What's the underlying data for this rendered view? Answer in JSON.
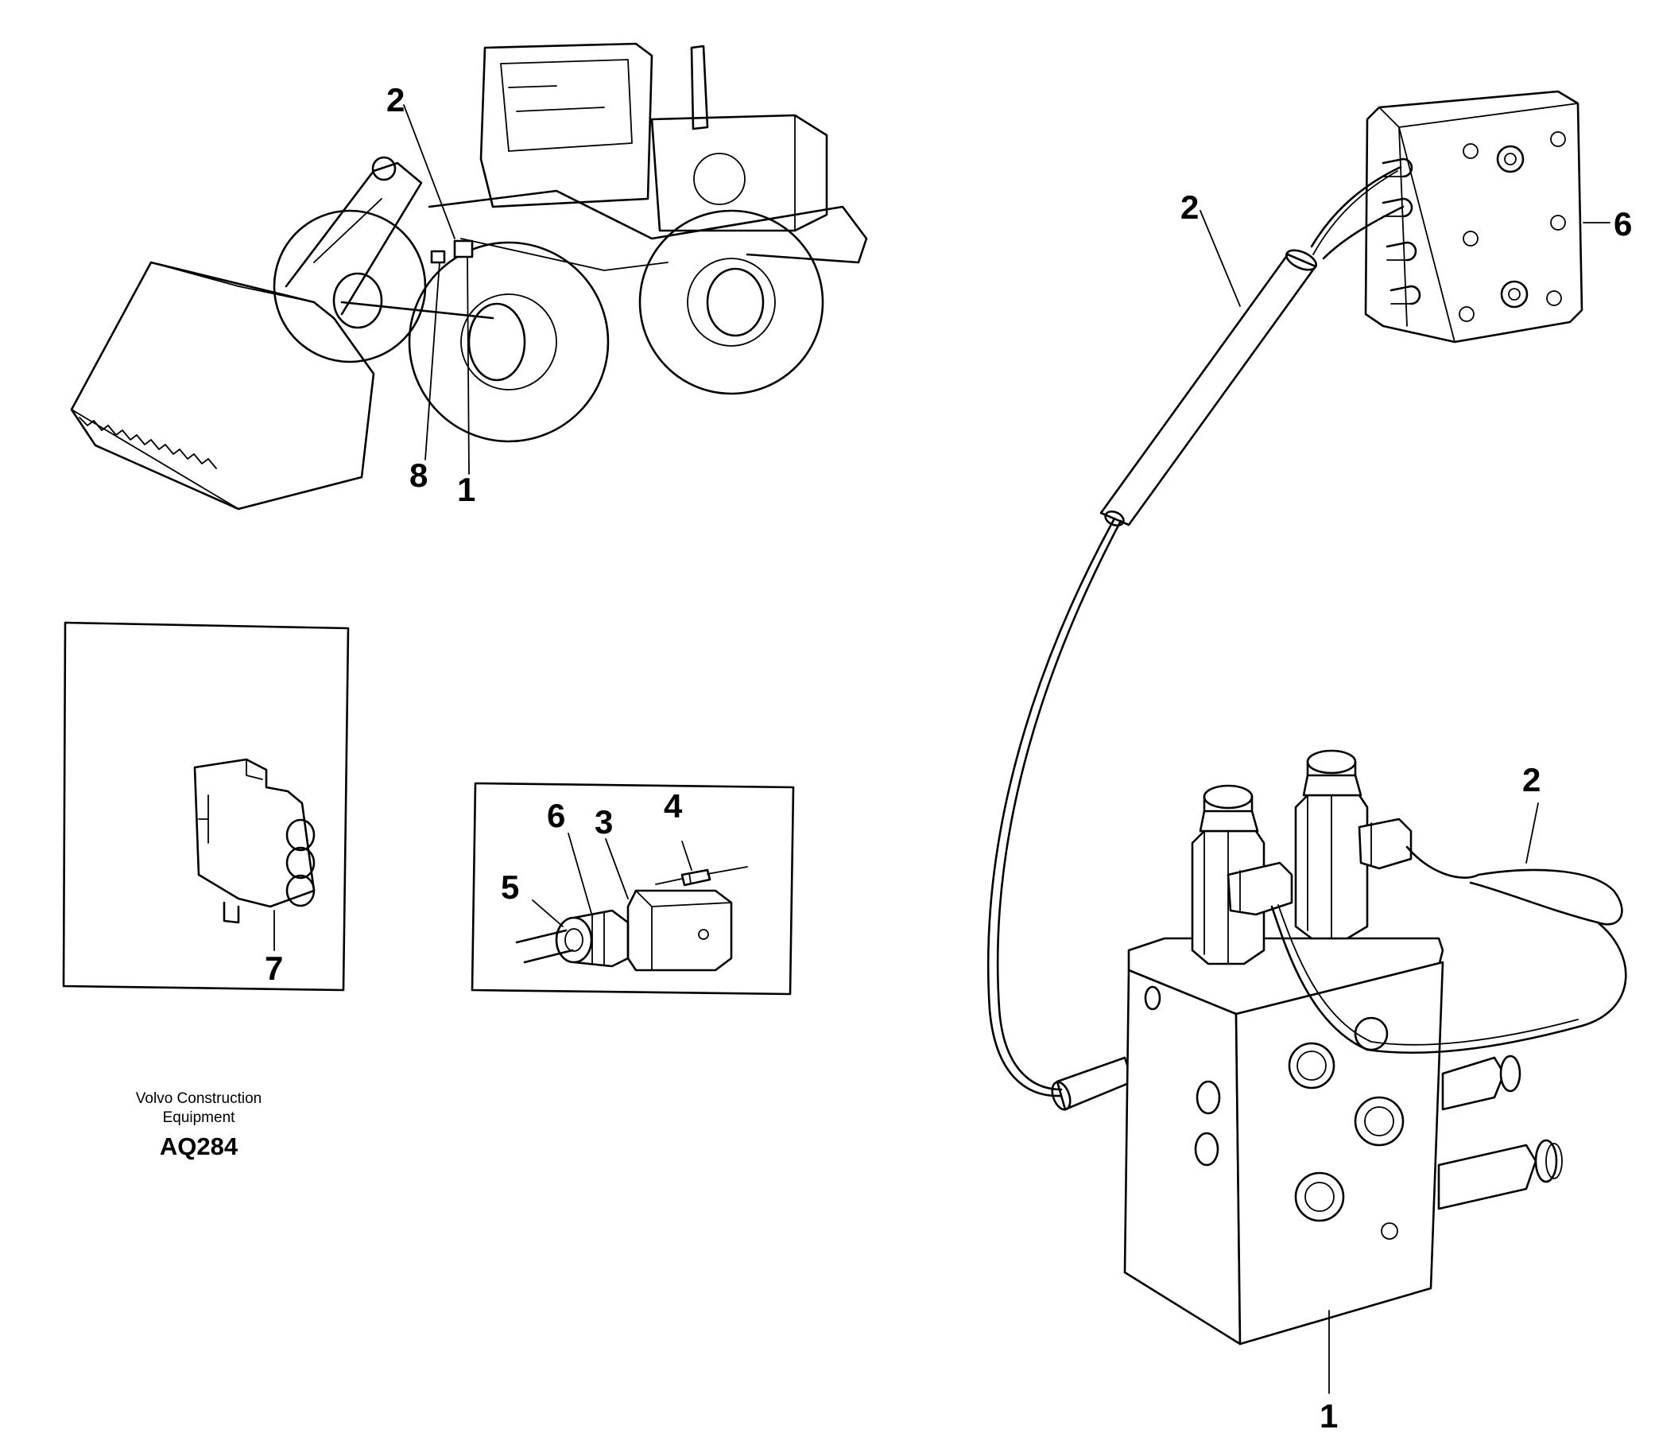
{
  "callouts": {
    "overview_2": "2",
    "overview_8": "8",
    "overview_1": "1",
    "detail_7": "7",
    "detail_6": "6",
    "detail_3": "3",
    "detail_4": "4",
    "detail_5": "5",
    "main_2_top": "2",
    "main_6": "6",
    "main_2_right": "2",
    "main_1": "1"
  },
  "caption": {
    "line1": "Volvo Construction",
    "line2": "Equipment",
    "code": "AQ284"
  }
}
